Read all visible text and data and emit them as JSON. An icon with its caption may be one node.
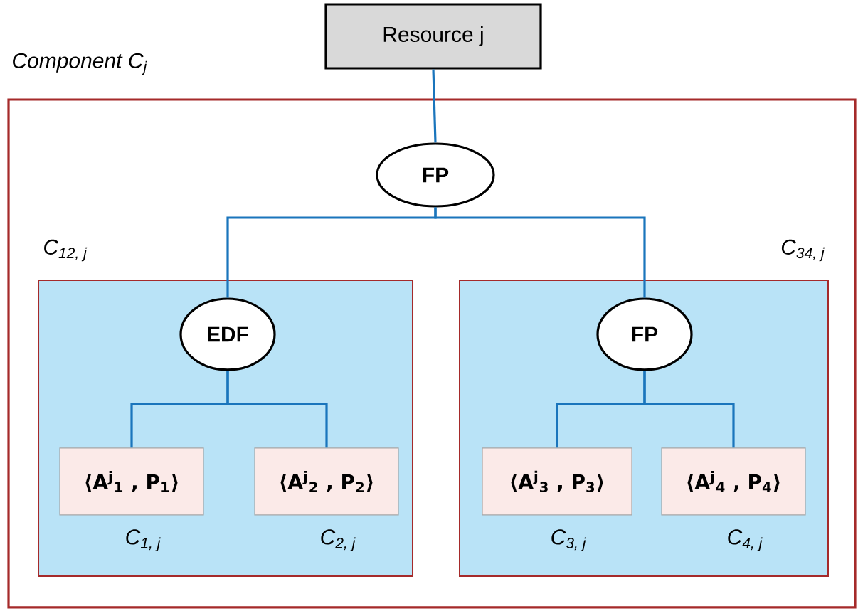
{
  "diagram": {
    "nodes": [
      {
        "text": [
          "Resource  j"
        ]
      },
      {
        "text": [
          "Component C$_{j}$"
        ]
      },
      {
        "text": [
          "FP"
        ],
        "in": 1
      },
      {
        "text": [
          "C$_{12, j}$"
        ],
        "in": 1
      },
      {
        "text": [
          "C$_{34, j}$"
        ],
        "in": 1
      },
      {
        "text": [
          "EDF"
        ],
        "in": 3
      },
      {
        "text": [
          "⟨A$^{j}$$_{1}$ , P$_{1}$⟩"
        ],
        "beside": [
          "C$_{1, j}$"
        ],
        "in": 3
      },
      {
        "text": [
          "⟨A$^{j}$$_{2}$ , P$_{2}$⟩"
        ],
        "beside": [
          "C$_{2, j}$"
        ],
        "in": 3
      },
      {
        "text": [
          "FP"
        ],
        "in": 4
      },
      {
        "text": [
          "⟨A$^{j}$$_{3}$ , P$_{3}$⟩"
        ],
        "beside": [
          "C$_{3, j}$"
        ],
        "in": 4
      },
      {
        "text": [
          "⟨A$^{j}$$_{4}$ , P$_{4}$⟩"
        ],
        "beside": [
          "C$_{4, j}$"
        ],
        "in": 4
      }
    ],
    "edges": [
      {
        "from": 0,
        "to": 2,
        "arrow": "none"
      },
      {
        "from": 2,
        "to": 5,
        "arrow": "none"
      },
      {
        "from": 2,
        "to": 8,
        "arrow": "none"
      },
      {
        "from": 5,
        "to": 6,
        "arrow": "none"
      },
      {
        "from": 5,
        "to": 7,
        "arrow": "none"
      },
      {
        "from": 8,
        "to": 9,
        "arrow": "none"
      },
      {
        "from": 8,
        "to": 10,
        "arrow": "none"
      }
    ]
  }
}
